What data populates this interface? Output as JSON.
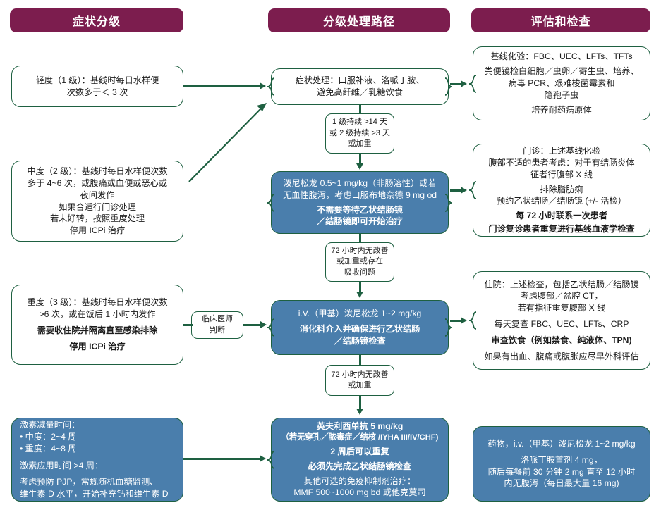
{
  "colors": {
    "header_bg": "#7c1d4e",
    "box_border": "#1e6041",
    "box_blue": "#4a7eac",
    "box_white": "#ffffff",
    "connector": "#1e6041",
    "text_dark": "#1b1b1b",
    "text_light": "#ffffff"
  },
  "headers": {
    "col1": "症状分级",
    "col2": "分级处理路径",
    "col3": "评估和检查"
  },
  "grading": {
    "mild": {
      "lines": [
        "轻度（1 级）：基线时每日水样便",
        "次数多于＜ 3 次"
      ]
    },
    "moderate": {
      "lines": [
        "中度（2 级）：基线时每日水样便次数",
        "多于 4~6 次，或腹痛或血便或恶心或",
        "夜间发作",
        "如果合适行门诊处理",
        "若未好转，按照重度处理",
        "停用 ICPi 治疗"
      ],
      "bold_from": 3
    },
    "severe": {
      "lines": [
        "重度（3 级）：基线时每日水样便次数",
        ">6 次，或在饭后 1 小时内发作",
        "需要收住院并隔离直至感染排除",
        "停用 ICPi 治疗"
      ],
      "bold_from": 2
    },
    "steroid_taper": {
      "l1": "激素减量时间：",
      "l2": "• 中度：2~4 周",
      "l3": "• 重度：4~8 周",
      "l4": "激素应用时间 >4 周：",
      "l5": "考虑预防 PJP，常规随机血糖监测、",
      "l6": "维生素 D 水平，开始补充钙和维生素 D"
    }
  },
  "pathway": {
    "step1": {
      "lines": [
        "症状处理：口服补液、洛哌丁胺、",
        "避免高纤维／乳糖饮食"
      ]
    },
    "cond1": {
      "lines": [
        "1 级持续 >14 天",
        "或 2 级持续 >3 天",
        "或加重"
      ]
    },
    "step2": {
      "lines": [
        "泼尼松龙 0.5~1 mg/kg（非肠溶性）或若",
        "无血性腹泻，考虑口服布地奈德 9 mg od",
        "不需要等待乙状结肠镜",
        "／结肠镜即可开始治疗"
      ],
      "bold_from": 2
    },
    "cond2": {
      "lines": [
        "72 小时内无改善",
        "或加重或存在",
        "吸收问题"
      ]
    },
    "step3": {
      "lines": [
        "i.V.（甲基）泼尼松龙 1~2 mg/kg",
        "消化科介入并确保进行乙状结肠",
        "／结肠镜检查"
      ],
      "bold_from": 1
    },
    "cond3": {
      "lines": [
        "72 小时内无改善",
        "或加重"
      ]
    },
    "step4": {
      "lines": [
        "英夫利西单抗 5 mg/kg",
        "（若无穿孔／脓毒症／结核 /IYHA III/IV/CHF)",
        "2 周后可以重复",
        "必须先完成乙状结肠镜检查",
        "其他可选的免疫抑制剂治疗：",
        "MMF 500~1000 mg bd 或他克莫司"
      ]
    },
    "clinician_judgement": {
      "lines": [
        "临床医师",
        "判断"
      ]
    }
  },
  "assessment": {
    "baseline": {
      "lines": [
        "基线化验：FBC、UEC、LFTs、TFTs",
        "粪便镜检白细胞／虫卵／寄生虫、培养、",
        "病毒 PCR、艰难梭菌霉素和",
        "隐孢子虫",
        "培养耐药病原体"
      ]
    },
    "outpatient": {
      "lines": [
        "门诊：上述基线化验",
        "腹部不适的患者考虑：对于有结肠炎体",
        "征者行腹部 X 线",
        "排除脂肪痢",
        "预约乙状结肠／结肠镜 (+/- 活检）",
        "每 72 小时联系一次患者",
        "门诊复诊患者重复进行基线血液学检查"
      ],
      "bold_from": 5
    },
    "inpatient": {
      "lines": [
        "住院：上述检查，包括乙状结肠／结肠镜",
        "考虑腹部／盆腔 CT，",
        "若有指征重复腹部 X 线",
        "每天复查 FBC、UEC、LFTs、CRP",
        "审查饮食（例如禁食、纯液体、TPN)",
        "如果有出血、腹痛或腹胀应尽早外科评估"
      ],
      "bold_rows": [
        4
      ]
    },
    "drugs": {
      "lines": [
        "药物，i.v.（甲基）泼尼松龙 1~2 mg/kg",
        "洛哌丁胺首剂 4 mg，",
        "随后每餐前 30 分钟 2 mg 直至 12 小时",
        "内无腹泻（每日最大量 16 mg)"
      ]
    }
  }
}
